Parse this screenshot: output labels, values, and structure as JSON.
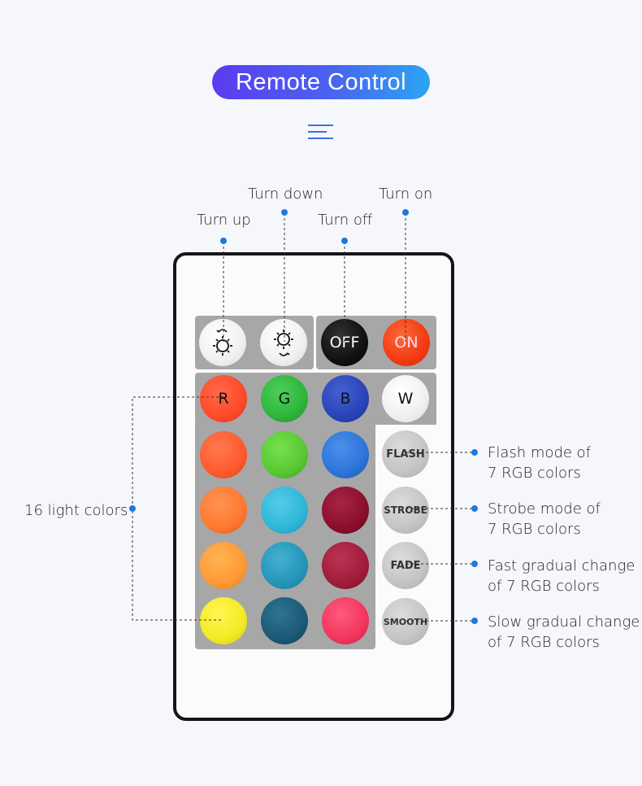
{
  "title": "Remote Control",
  "labels": {
    "turn_down": "Turn down",
    "turn_on": "Turn on",
    "turn_up": "Turn up",
    "turn_off": "Turn off",
    "light_colors": "16 light colors",
    "flash_line1": "Flash mode of",
    "flash_line2": "7 RGB colors",
    "strobe_line1": "Strobe mode of",
    "strobe_line2": "7 RGB colors",
    "fade_line1": "Fast gradual change",
    "fade_line2": "of 7 RGB colors",
    "smooth_line1": "Slow gradual change",
    "smooth_line2": "of 7 RGB colors"
  },
  "buttons": {
    "off": "OFF",
    "on": "ON",
    "r": "R",
    "g": "G",
    "b": "B",
    "w": "W",
    "flash": "FLASH",
    "strobe": "STROBE",
    "fade": "FADE",
    "smooth": "SMOOTH"
  },
  "icons": {
    "brightness_up": "brightness-up-icon",
    "brightness_down": "brightness-down-icon",
    "menu": "menu-lines-icon"
  },
  "colors": {
    "accent": "#1f78e0",
    "pill_start": "#5a3cf0",
    "pill_end": "#2aa6f2",
    "color_grid": [
      [
        "#ff4a2a",
        "#2fb53c",
        "#2a44b8"
      ],
      [
        "#ff5a2e",
        "#58c832",
        "#2c74d8"
      ],
      [
        "#ff7830",
        "#2fb6d8",
        "#8a0f2c"
      ],
      [
        "#ff9a34",
        "#2496b8",
        "#a01c3a"
      ],
      [
        "#f2ec24",
        "#1c5a76",
        "#f2365e"
      ]
    ]
  }
}
